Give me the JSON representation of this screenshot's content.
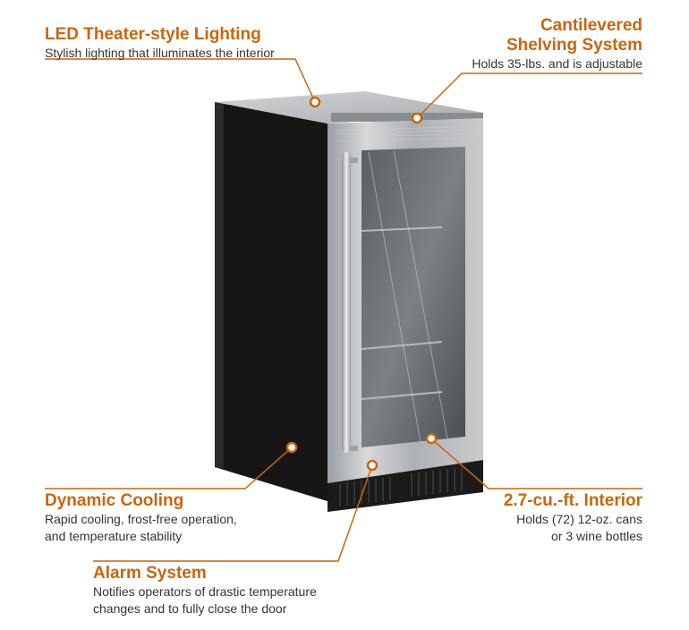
{
  "colors": {
    "accent": "#c9650f",
    "cabinet": "#161616",
    "steel": "#b9bcbf"
  },
  "callouts": {
    "led": {
      "title": "LED Theater-style Lighting",
      "desc": "Stylish lighting that illuminates the interior"
    },
    "shelving": {
      "title_1": "Cantilevered",
      "title_2": "Shelving System",
      "desc": "Holds 35-lbs. and is adjustable"
    },
    "cooling": {
      "title": "Dynamic Cooling",
      "desc_1": "Rapid cooling, frost-free operation,",
      "desc_2": "and temperature stability"
    },
    "interior": {
      "title": "2.7-cu.-ft. Interior",
      "desc_1": "Holds (72) 12-oz. cans",
      "desc_2": "or 3 wine bottles"
    },
    "alarm": {
      "title": "Alarm System",
      "desc_1": "Notifies operators of drastic temperature",
      "desc_2": "changes and to fully close the door"
    }
  }
}
